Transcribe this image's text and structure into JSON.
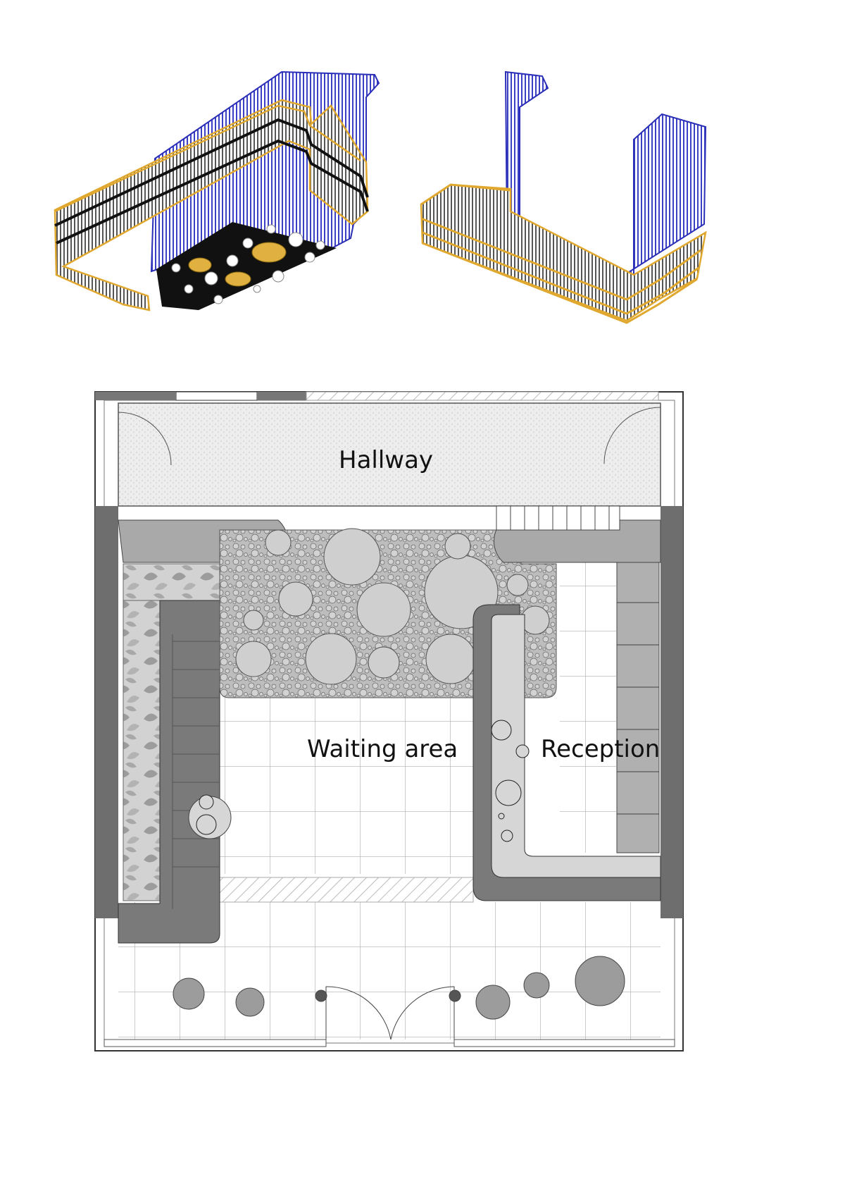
{
  "rooms": {
    "hallway": "Hallway",
    "waiting": "Waiting area",
    "reception": "Reception"
  },
  "colors": {
    "outline_blue": "#2b2fb8",
    "outline_gold": "#e0a82e",
    "gold_fill": "#e0b040",
    "wall_dark": "#6e6e6e",
    "counter_gray": "#a9a9a9",
    "light_gray": "#d6d6d6",
    "pebble_gray": "#c4c4c4",
    "hallway_fill": "#ececec"
  }
}
